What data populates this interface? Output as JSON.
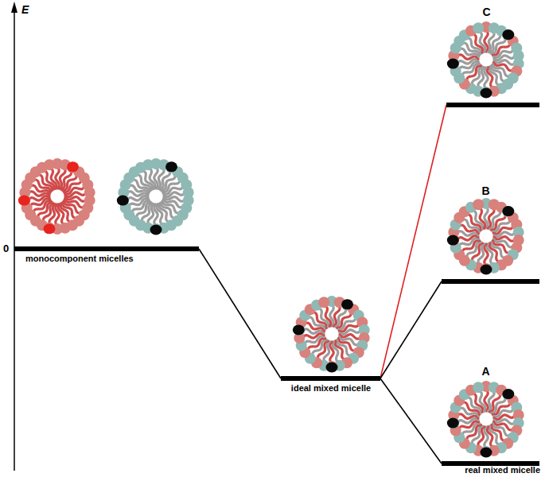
{
  "diagram": {
    "nodes": [
      {
        "text": [
          "monocomponent micelles"
        ]
      },
      {
        "text": [
          "ideal mixed micelle"
        ]
      },
      {
        "text": [
          "C"
        ]
      },
      {
        "text": [
          "B"
        ]
      },
      {
        "text": [
          "A",
          "real mixed micelle"
        ]
      }
    ],
    "edges": [
      {
        "from": 0,
        "to": 1,
        "arrow": "none"
      },
      {
        "from": 1,
        "to": 2,
        "arrow": "none"
      },
      {
        "from": 1,
        "to": 3,
        "arrow": "none"
      },
      {
        "from": 1,
        "to": 4,
        "arrow": "none"
      }
    ],
    "labels": [
      "E",
      "0"
    ]
  }
}
